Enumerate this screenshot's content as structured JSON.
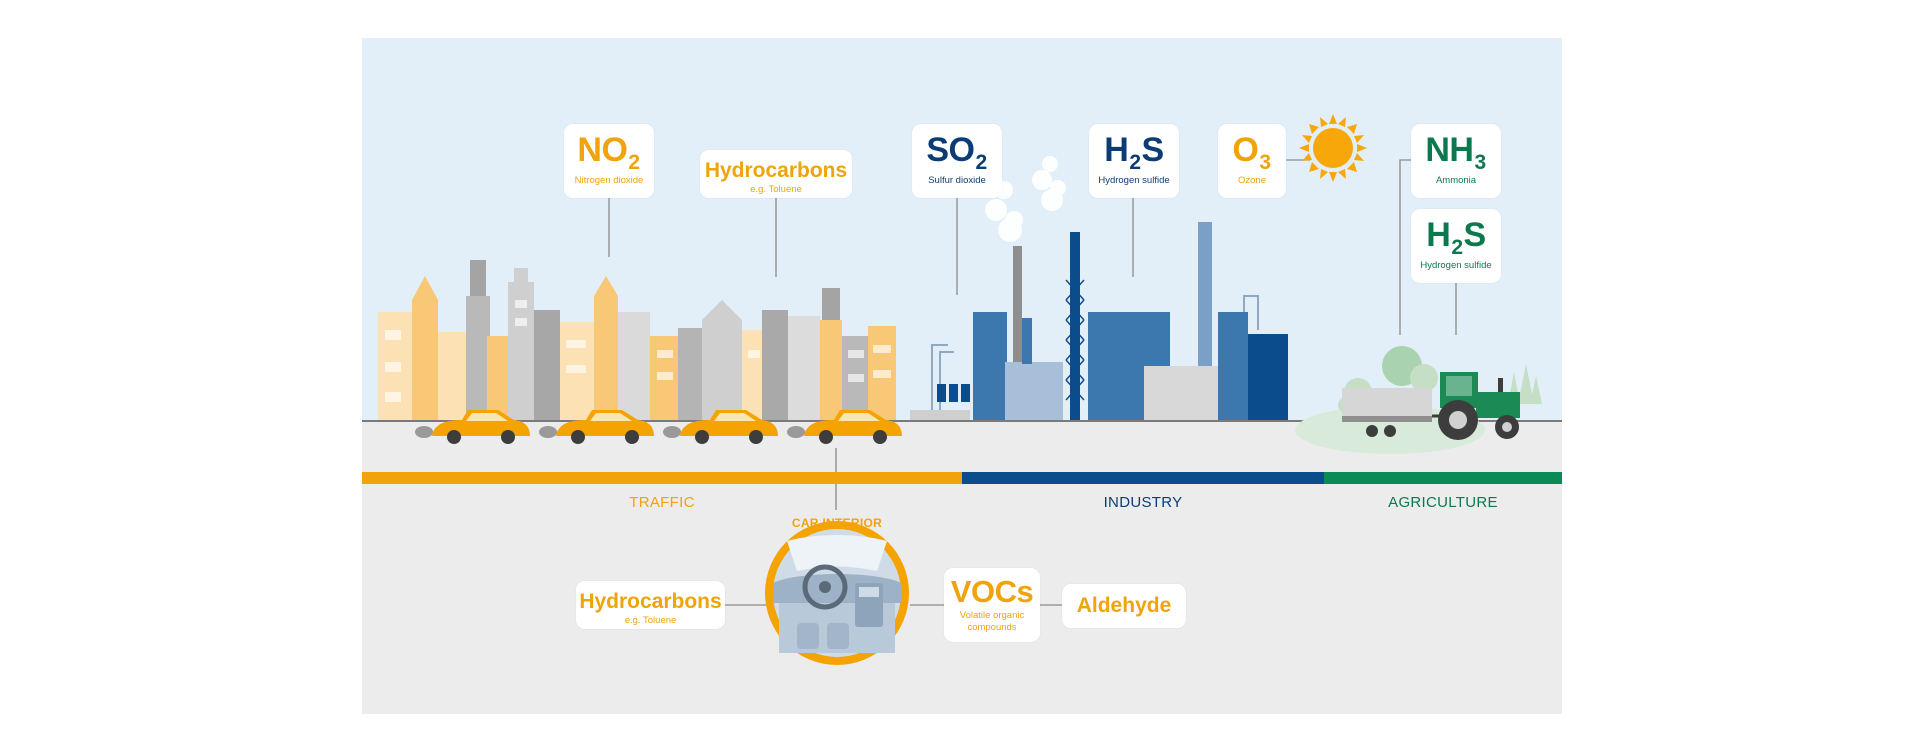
{
  "colors": {
    "traffic": "#f0a30a",
    "industry": "#0b4d8c",
    "agriculture": "#0a8a55",
    "sky": "#e3eff8",
    "ground": "#ececec"
  },
  "pollutants": {
    "no2": {
      "base": "NO",
      "sub": "2",
      "caption": "Nitrogen dioxide"
    },
    "hydrocarbons_top": {
      "name": "Hydrocarbons",
      "caption": "e.g. Toluene"
    },
    "so2": {
      "base1": "SO",
      "sub": "2",
      "caption": "Sulfur dioxide"
    },
    "h2s_industry": {
      "base1": "H",
      "sub": "2",
      "base2": "S",
      "caption": "Hydrogen sulfide"
    },
    "o3": {
      "base": "O",
      "sub": "3",
      "caption": "Ozone"
    },
    "nh3": {
      "base": "NH",
      "sub": "3",
      "caption": "Ammonia"
    },
    "h2s_agri": {
      "base1": "H",
      "sub": "2",
      "base2": "S",
      "caption": "Hydrogen sulfide"
    }
  },
  "sections": {
    "traffic": "TRAFFIC",
    "industry": "INDUSTRY",
    "agriculture": "AGRICULTURE",
    "car_interior": "CAR INTERIOR"
  },
  "interior": {
    "hydrocarbons": {
      "name": "Hydrocarbons",
      "caption": "e.g. Toluene"
    },
    "vocs": {
      "name": "VOCs",
      "caption_line1": "Volatile organic",
      "caption_line2": "compounds"
    },
    "aldehyde": {
      "name": "Aldehyde"
    }
  },
  "icons": [
    "sun-icon",
    "car-icon",
    "factory-icon",
    "tractor-icon",
    "car-dashboard-icon"
  ]
}
